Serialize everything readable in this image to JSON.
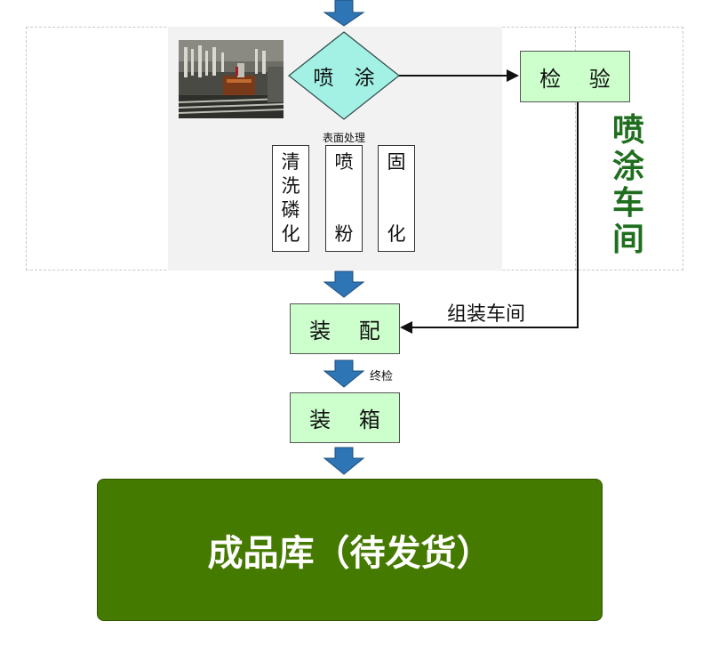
{
  "diagram": {
    "spray_diamond": "喷 涂",
    "inspection": "检 验",
    "surface_label": "表面处理",
    "process_steps": [
      [
        "清",
        "洗",
        "磷",
        "化"
      ],
      [
        "喷",
        "",
        "粉"
      ],
      [
        "固",
        "",
        "化"
      ]
    ],
    "workshop_spray": [
      "喷",
      "涂",
      "车",
      "间"
    ],
    "workshop_assembly": "组装车间",
    "assembly": "装 配",
    "final_check": "终检",
    "packing": "装 箱",
    "warehouse": "成品库（待发货）"
  },
  "colors": {
    "arrow_blue": "#2e75b6",
    "diamond_fill": "#a3f0e4",
    "box_green": "#ccffcc",
    "workshop_text": "#1e6e1e",
    "warehouse_fill": "#457a00",
    "panel_gray": "#f2f2f2"
  }
}
